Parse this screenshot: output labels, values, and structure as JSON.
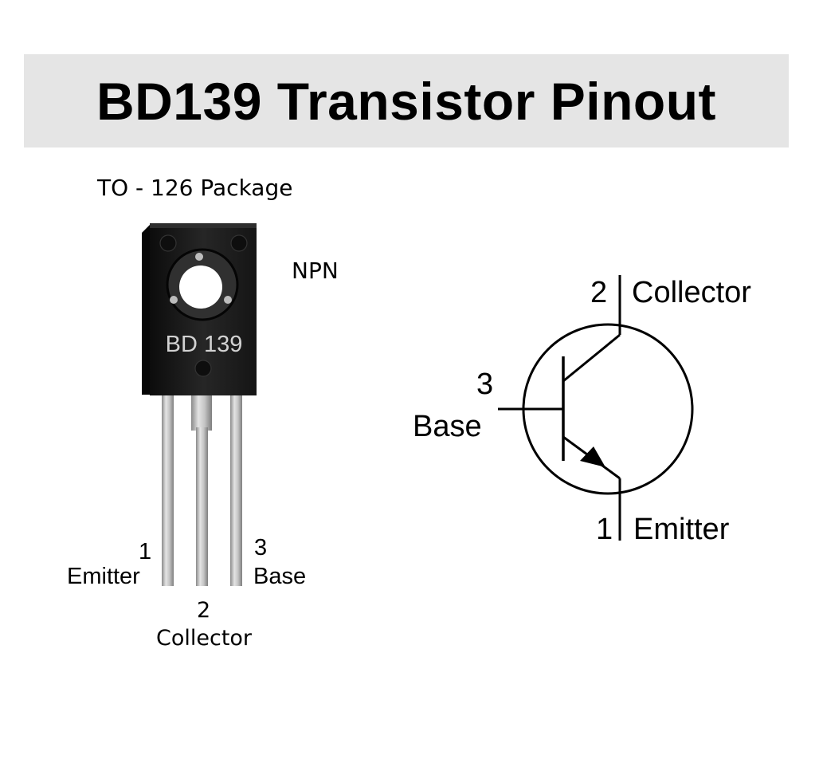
{
  "title": "BD139 Transistor Pinout",
  "package": {
    "label": "TO - 126 Package",
    "marking": "BD 139",
    "type": "NPN"
  },
  "package_pins": {
    "emitter": {
      "number": "1",
      "name": "Emitter"
    },
    "collector": {
      "number": "2",
      "name": "Collector"
    },
    "base": {
      "number": "3",
      "name": "Base"
    }
  },
  "symbol_pins": {
    "collector": {
      "number": "2",
      "name": "Collector"
    },
    "base": {
      "number": "3",
      "name": "Base"
    },
    "emitter": {
      "number": "1",
      "name": "Emitter"
    }
  },
  "colors": {
    "title_bar": "#e5e5e5",
    "body_dark": "#1a1a1a",
    "lead_silver": "#c9c9c9"
  }
}
